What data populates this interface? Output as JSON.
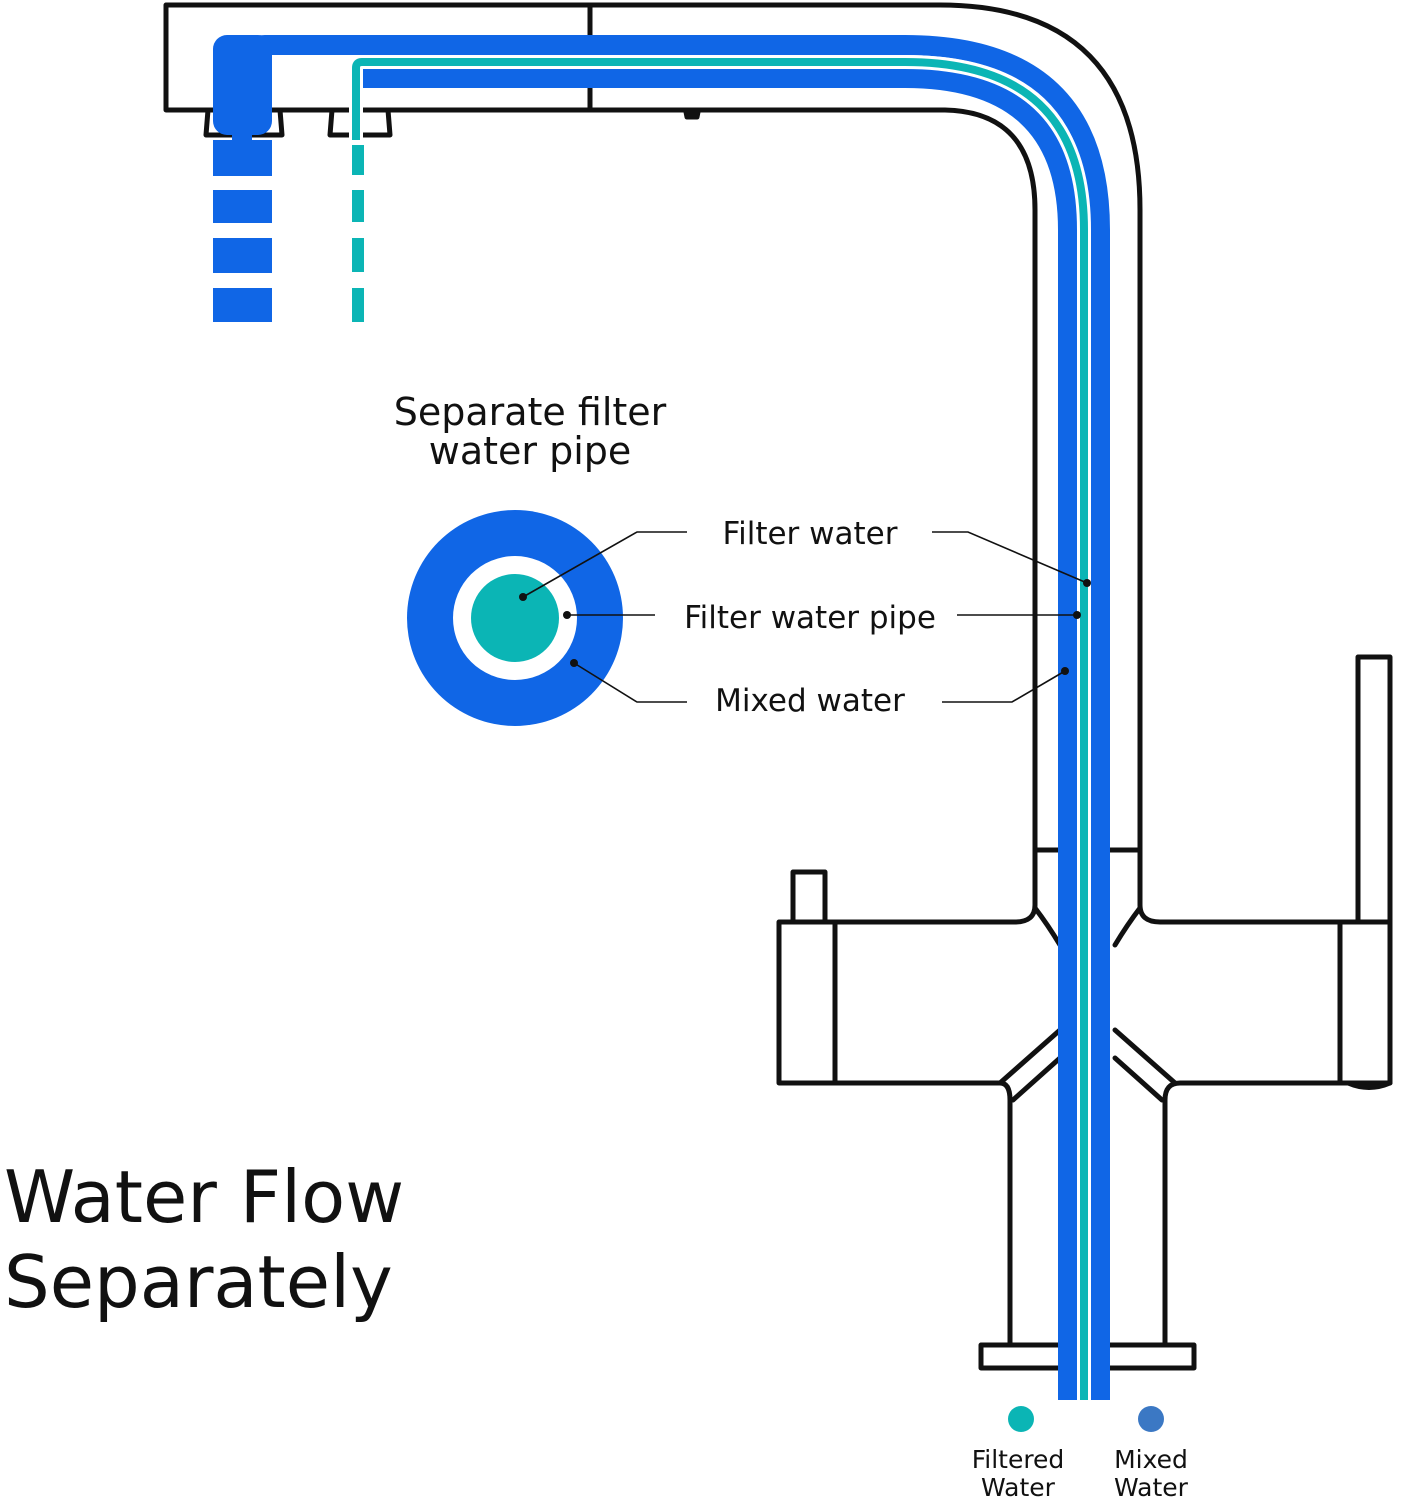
{
  "headline": {
    "line1": "Water Flow",
    "line2": "Separately"
  },
  "section_title": {
    "line1": "Separate filter",
    "line2": "water pipe"
  },
  "callouts": {
    "filter_water": "Filter water",
    "filter_water_pipe": "Filter water pipe",
    "mixed_water": "Mixed water"
  },
  "legend": {
    "filtered": {
      "line1": "Filtered",
      "line2": "Water",
      "color": "#0bb5b5"
    },
    "mixed": {
      "line1": "Mixed",
      "line2": "Water",
      "color": "#3b78c4"
    }
  },
  "colors": {
    "mixed_water": "#1066e6",
    "filtered_water": "#0bb5b5",
    "outline": "#111111"
  }
}
